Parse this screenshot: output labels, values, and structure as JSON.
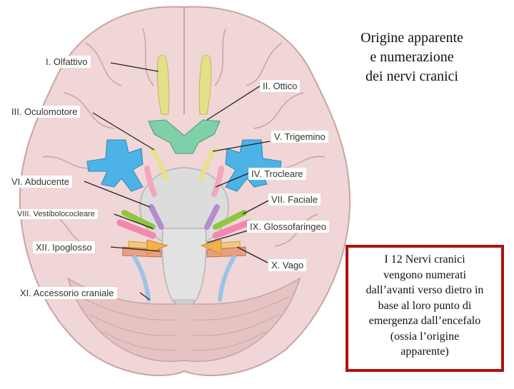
{
  "title_lines": [
    "Origine apparente",
    "e numerazione",
    "dei nervi cranici"
  ],
  "info_lines": [
    "I  12 Nervi cranici",
    "vengono numerati",
    "dall’avanti verso dietro in",
    "base al loro punto di",
    "emergenza dall’encefalo",
    "(ossia  l’origine",
    "apparente)"
  ],
  "labels": {
    "olfattivo": "I. Olfattivo",
    "ottico": "II. Ottico",
    "oculomotore": "III. Oculomotore",
    "trigemino": "V. Trigemino",
    "trocleare": "IV. Trocleare",
    "abducente": "VI. Abducente",
    "faciale": "VII. Faciale",
    "vestibolococleare": "VIII. Vestibolococleare",
    "glossofaringeo": "IX. Glossofaringeo",
    "ipoglosso": "XII. Ipoglosso",
    "vago": "X. Vago",
    "accessorio": "XI. Accessorio craniale"
  },
  "colors": {
    "brain": "#f0d6d6",
    "sulci": "#c9a3a3",
    "olfactory": "#e4e08a",
    "optic": "#7fcfa8",
    "oculomotor": "#e8df90",
    "trigeminal": "#4db3e6",
    "trochlear": "#f4a7b9",
    "abducens": "#b48cd0",
    "facial": "#8ec63f",
    "vestibulocochlear": "#f088b0",
    "glossopharyngeal": "#f2c87a",
    "vagus": "#f4b04a",
    "hypoglossal": "#e9a080",
    "accessory": "#9cc3e6",
    "brainstem": "#d9d9d9",
    "frame": "#b01010"
  }
}
